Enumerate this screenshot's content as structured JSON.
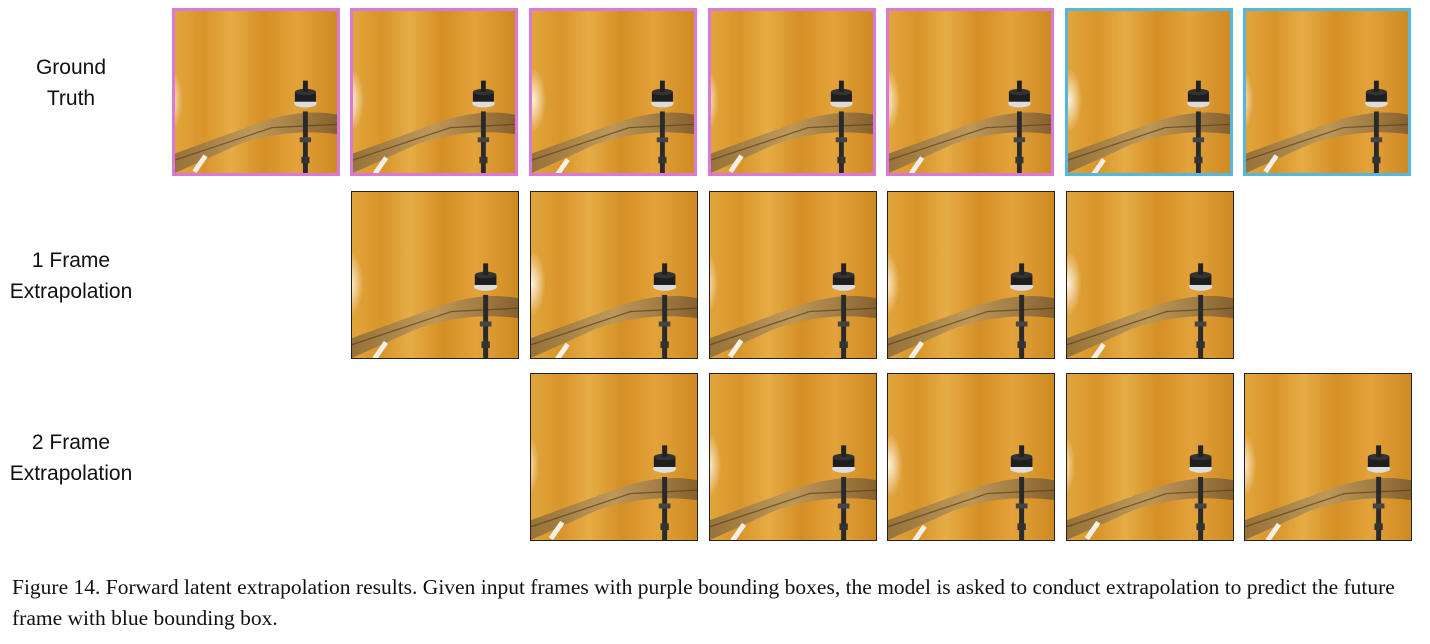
{
  "rows": [
    {
      "label_line1": "Ground",
      "label_line2": "Truth"
    },
    {
      "label_line1": "1 Frame",
      "label_line2": "Extrapolation"
    },
    {
      "label_line1": "2 Frame",
      "label_line2": "Extrapolation"
    }
  ],
  "caption": "Figure 14. Forward latent extrapolation results. Given input frames with purple bounding boxes, the model is asked to conduct extrapolation to predict the future frame with blue bounding box.",
  "colors": {
    "input_box": "#d97ad8",
    "target_box": "#55b6de",
    "prediction_box": "#222222",
    "background_orange": "#d99a2e"
  }
}
